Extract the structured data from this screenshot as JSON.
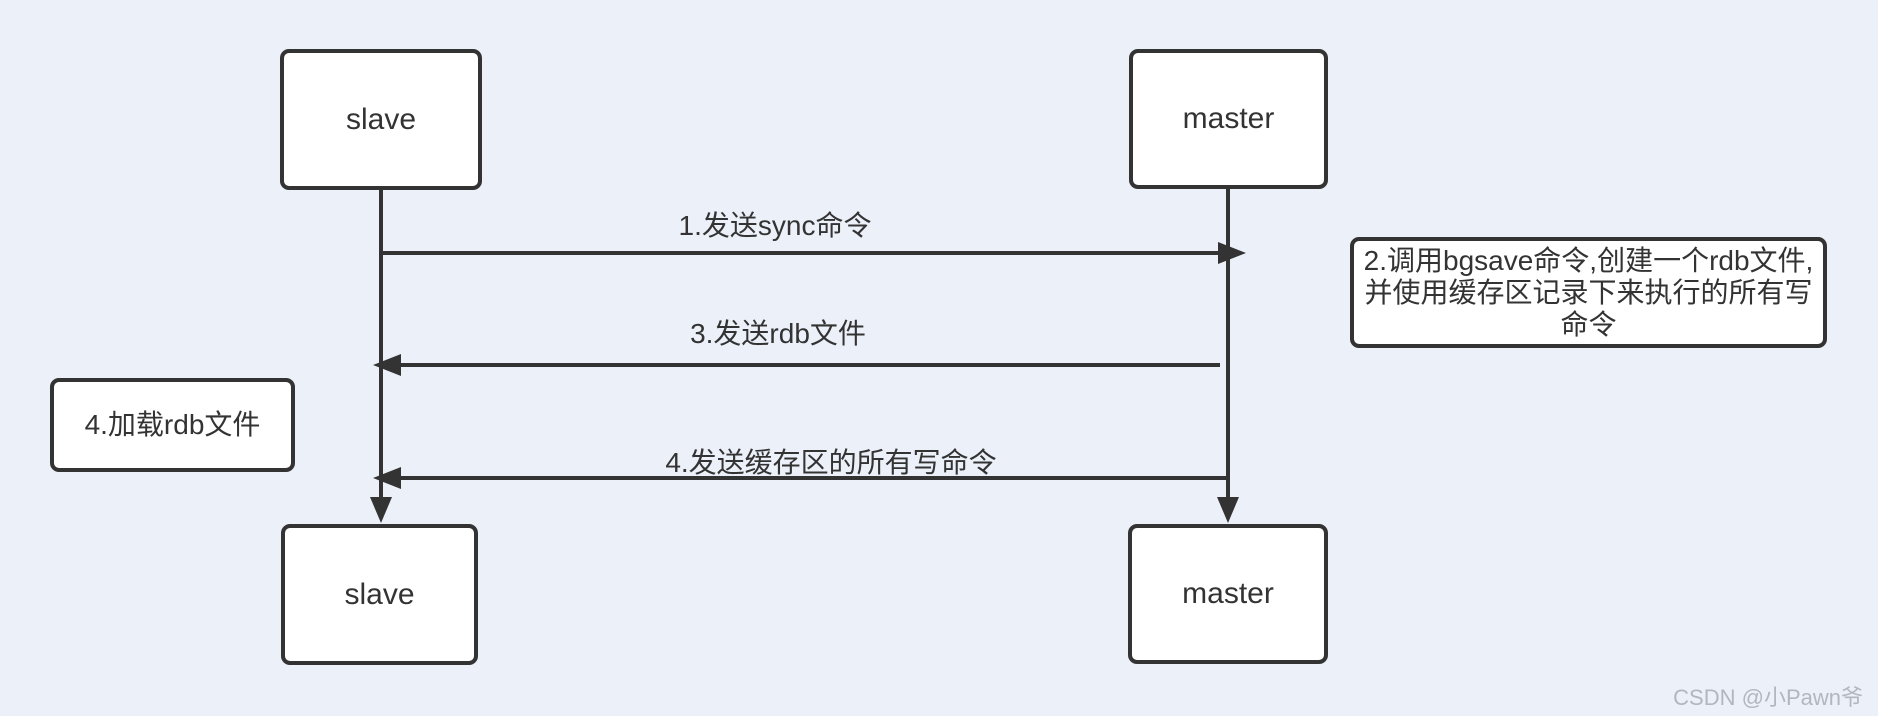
{
  "diagram": {
    "nodes": {
      "slave_top": "slave",
      "master_top": "master",
      "slave_bottom": "slave",
      "master_bottom": "master"
    },
    "messages": {
      "msg1": "1.发送sync命令",
      "msg3": "3.发送rdb文件",
      "msg4": "4.发送缓存区的所有写命令"
    },
    "notes": {
      "note2": "2.调用bgsave命令,创建一个rdb文件,并使用缓存区记录下来执行的所有写命令",
      "note4": "4.加载rdb文件"
    },
    "arrows": {
      "msg1_direction": "slave-to-master",
      "msg3_direction": "master-to-slave",
      "msg4_direction": "master-to-slave"
    },
    "colors": {
      "background": "#ecf0f9",
      "stroke": "#333333",
      "node_fill": "#ffffff",
      "text": "#333333",
      "watermark": "#b1b6bf"
    }
  },
  "watermark": "CSDN @小Pawn爷"
}
